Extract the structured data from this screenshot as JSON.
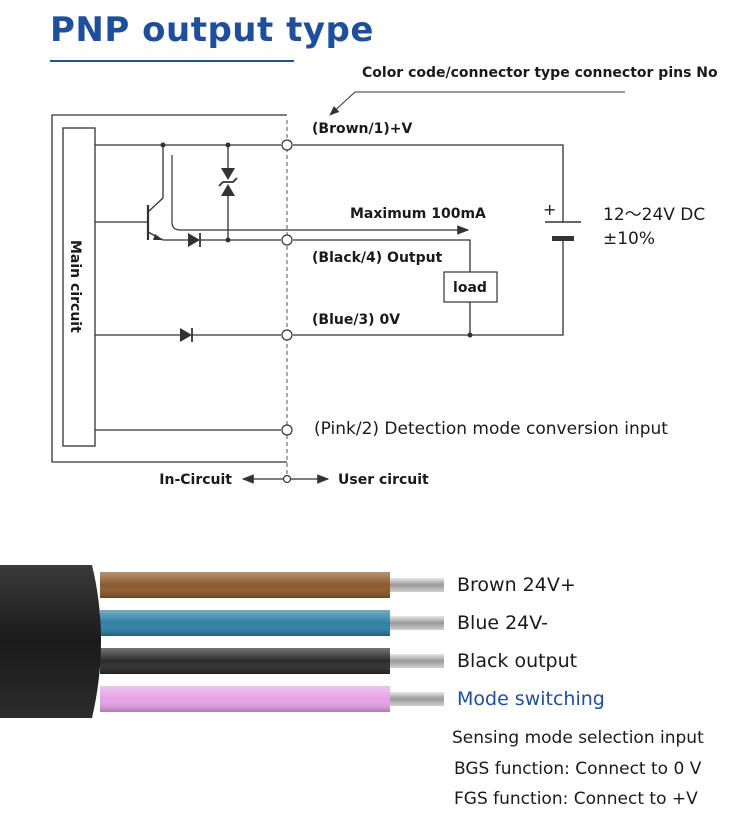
{
  "title": "PNP output type",
  "circuit": {
    "connector_note": "Color code/connector type connector pins No",
    "main_circuit": "Main circuit",
    "brown": "(Brown/1)+V",
    "max_current": "Maximum 100mA",
    "black": "(Black/4) Output",
    "load": "load",
    "blue": "(Blue/3) 0V",
    "pink": "(Pink/2) Detection mode conversion input",
    "supply_voltage": "12～24V DC",
    "supply_tolerance": "±10%",
    "plus_sign": "+",
    "in_circuit": "In-Circuit",
    "user_circuit": "User circuit"
  },
  "cable": {
    "wires": [
      {
        "label": "Brown 24V+",
        "color": "#8c5a2b"
      },
      {
        "label": "Blue 24V-",
        "color": "#2f7fa6"
      },
      {
        "label": "Black output",
        "color": "#2b2b2b"
      },
      {
        "label": "Mode switching",
        "color": "#e6a3e6",
        "label_color": "#1f4f9a"
      }
    ],
    "notes": [
      "Sensing mode selection input",
      "BGS function: Connect to 0 V",
      "FGS function: Connect to +V"
    ],
    "note_color": "#1f4f9a"
  }
}
